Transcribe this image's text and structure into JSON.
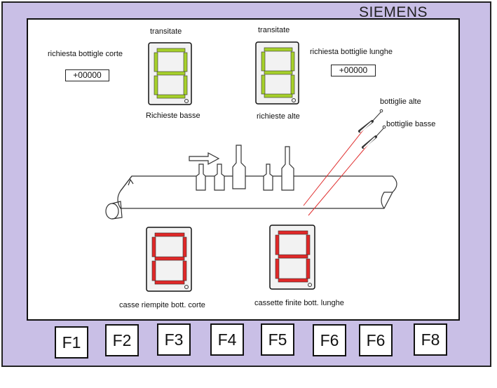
{
  "brand": "SIEMENS",
  "labels": {
    "short_transit": "transitate",
    "long_transit": "transitate",
    "short_request": "richiesta bottigle corte",
    "long_request": "richiesta bottiglie lunghe",
    "low_requests": "Richieste basse",
    "high_requests": "richieste alte",
    "tall_bottles": "bottiglie alte",
    "low_bottles": "bottiglie basse",
    "short_crates": "casse riempite bott. corte",
    "long_crates": "cassette finite bott. lunghe"
  },
  "counters": {
    "short_request_value": "+00000",
    "long_request_value": "+00000"
  },
  "function_keys": [
    "F1",
    "F2",
    "F3",
    "F4",
    "F5",
    "F6",
    "F6",
    "F8"
  ],
  "colors": {
    "frame": "#c9bfe6",
    "display_green": "#a6d02a",
    "display_red": "#e02828",
    "sensor_beam": "#e03030"
  },
  "icons": {
    "transit_display": "seven-segment-display",
    "crate_display": "seven-segment-display",
    "direction": "arrow-right-icon",
    "sensors": "photoelectric-sensor-icon"
  }
}
